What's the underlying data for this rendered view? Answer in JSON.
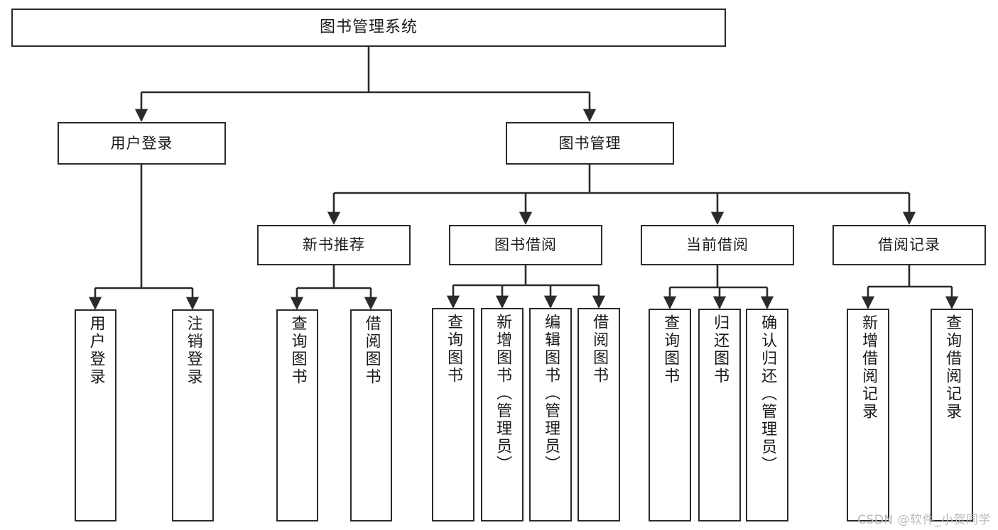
{
  "diagram": {
    "type": "tree-hierarchy-chart",
    "title": "图书管理系统",
    "orientation": "top-down",
    "colors": {
      "box_border": "#2b2b2b",
      "box_fill": "#ffffff",
      "connector": "#2b2b2b",
      "text": "#1a1a1a",
      "watermark": "#b9b9b9",
      "background": "#ffffff"
    }
  },
  "nodes": {
    "root": {
      "label": "图书管理系统"
    },
    "level2": [
      {
        "id": "user-login",
        "label": "用户登录"
      },
      {
        "id": "book-manage",
        "label": "图书管理"
      }
    ],
    "level3": [
      {
        "id": "new-book-recommend",
        "label": "新书推荐"
      },
      {
        "id": "book-borrow",
        "label": "图书借阅"
      },
      {
        "id": "current-borrow",
        "label": "当前借阅"
      },
      {
        "id": "borrow-record",
        "label": "借阅记录"
      }
    ],
    "leaves": {
      "user_login": [
        {
          "id": "leaf-user-login",
          "label": "用户登录"
        },
        {
          "id": "leaf-logout-login",
          "label": "注销登录"
        }
      ],
      "new_book_recommend": [
        {
          "id": "leaf-query-book-1",
          "label": "查询图书"
        },
        {
          "id": "leaf-borrow-book-1",
          "label": "借阅图书"
        }
      ],
      "book_borrow": [
        {
          "id": "leaf-query-book-2",
          "label": "查询图书"
        },
        {
          "id": "leaf-add-book",
          "label": "新增图书（管理员）"
        },
        {
          "id": "leaf-edit-book",
          "label": "编辑图书（管理员）"
        },
        {
          "id": "leaf-borrow-book-2",
          "label": "借阅图书"
        }
      ],
      "current_borrow": [
        {
          "id": "leaf-query-book-3",
          "label": "查询图书"
        },
        {
          "id": "leaf-return-book",
          "label": "归还图书"
        },
        {
          "id": "leaf-confirm-return",
          "label": "确认归还（管理员）"
        }
      ],
      "borrow_record": [
        {
          "id": "leaf-add-record",
          "label": "新增借阅记录"
        },
        {
          "id": "leaf-query-record",
          "label": "查询借阅记录"
        }
      ]
    }
  },
  "watermark": {
    "text": "CSDN @软件_小贺同学"
  }
}
